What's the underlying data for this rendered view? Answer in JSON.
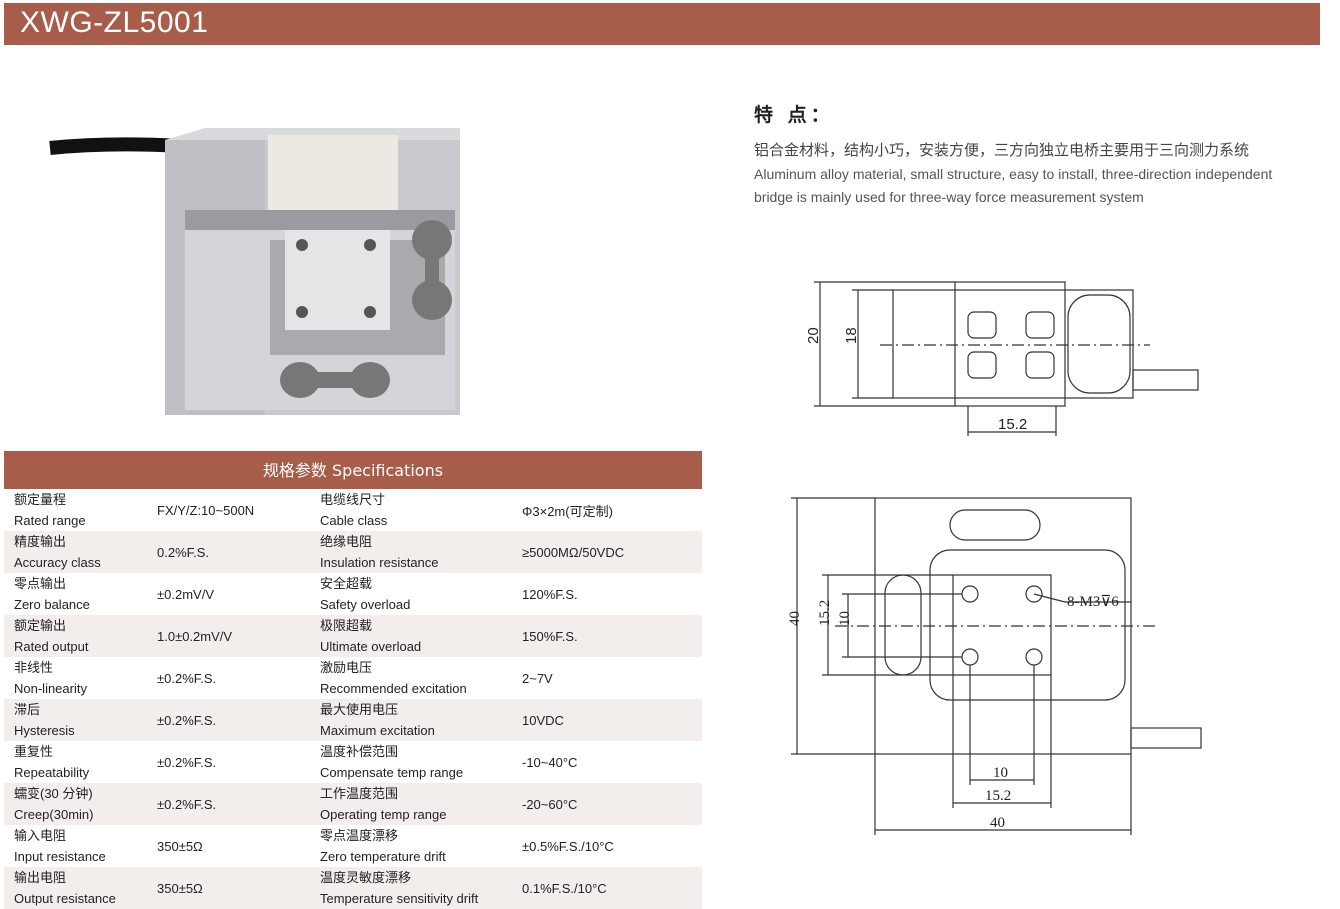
{
  "title": "XWG-ZL5001",
  "features": {
    "heading": "特 点：",
    "cn": "铝合金材料，结构小巧，安装方便，三方向独立电桥主要用于三向测力系统",
    "en_line1": "Aluminum alloy material, small structure, easy to install, three-direction independent",
    "en_line2": "bridge is mainly used for three-way force measurement system"
  },
  "spec": {
    "header": "规格参数  Specifications",
    "rows": [
      {
        "l_cn": "额定量程",
        "l_en": "Rated range",
        "l_val": "FX/Y/Z:10~500N",
        "r_cn": "电缆线尺寸",
        "r_en": "Cable class",
        "r_val": "Φ3×2m(可定制)"
      },
      {
        "l_cn": "精度输出",
        "l_en": "Accuracy class",
        "l_val": "0.2%F.S.",
        "r_cn": "绝缘电阻",
        "r_en": "Insulation resistance",
        "r_val": "≥5000MΩ/50VDC"
      },
      {
        "l_cn": "零点输出",
        "l_en": "Zero balance",
        "l_val": "±0.2mV/V",
        "r_cn": "安全超载",
        "r_en": "Safety overload",
        "r_val": "120%F.S."
      },
      {
        "l_cn": "额定输出",
        "l_en": "Rated output",
        "l_val": "1.0±0.2mV/V",
        "r_cn": "极限超载",
        "r_en": "Ultimate overload",
        "r_val": "150%F.S."
      },
      {
        "l_cn": "非线性",
        "l_en": "Non-linearity",
        "l_val": "±0.2%F.S.",
        "r_cn": "激励电压",
        "r_en": "Recommended excitation",
        "r_val": "2~7V"
      },
      {
        "l_cn": "滞后",
        "l_en": "Hysteresis",
        "l_val": "±0.2%F.S.",
        "r_cn": "最大使用电压",
        "r_en": "Maximum excitation",
        "r_val": "10VDC"
      },
      {
        "l_cn": "重复性",
        "l_en": "Repeatability",
        "l_val": "±0.2%F.S.",
        "r_cn": "温度补偿范围",
        "r_en": "Compensate temp range",
        "r_val": "-10~40°C"
      },
      {
        "l_cn": "蠕变(30 分钟)",
        "l_en": "Creep(30min)",
        "l_val": "±0.2%F.S.",
        "r_cn": "工作温度范围",
        "r_en": "Operating temp range",
        "r_val": "-20~60°C"
      },
      {
        "l_cn": "输入电阻",
        "l_en": "Input resistance",
        "l_val": "350±5Ω",
        "r_cn": "零点温度漂移",
        "r_en": "Zero temperature drift",
        "r_val": "±0.5%F.S./10°C"
      },
      {
        "l_cn": "输出电阻",
        "l_en": "Output resistance",
        "l_val": "350±5Ω",
        "r_cn": "温度灵敏度漂移",
        "r_en": "Temperature sensitivity drift",
        "r_val": "0.1%F.S./10°C"
      }
    ]
  },
  "drawing_top": {
    "dim_height_outer": "20",
    "dim_height_inner": "18",
    "dim_width": "15.2"
  },
  "drawing_front": {
    "dim_height": "40",
    "dim_inner_height": "15.2",
    "dim_hole_spacing_v": "10",
    "thread_note": "8-M3⊽6",
    "dim_hole_spacing_h": "10",
    "dim_plate_width": "15.2",
    "dim_width": "40"
  }
}
